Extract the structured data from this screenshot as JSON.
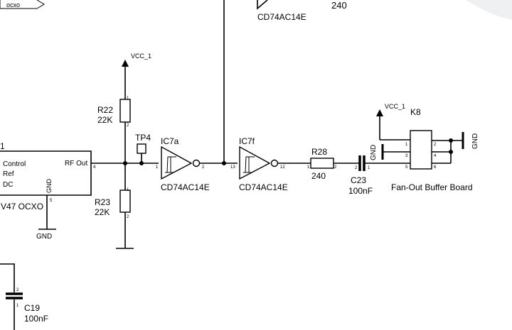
{
  "top": {
    "net_label": "_ocxo",
    "chip_top": "CD74AC14E",
    "res_top": "240"
  },
  "ocxo": {
    "ref_fragment": "1",
    "pins": [
      "Control",
      "Ref",
      "DC"
    ],
    "rf_out": "RF Out",
    "gnd": "GND",
    "part": "V47 OCXO",
    "pin_gnd": "5",
    "pin_rf": "4",
    "gnd_symbol": "GND"
  },
  "vcc_top": "VCC_1",
  "r22": {
    "ref": "R22",
    "value": "22K",
    "pin1": "1",
    "pin2": "2"
  },
  "r23": {
    "ref": "R23",
    "value": "22K",
    "pin1": "1",
    "pin2": "2"
  },
  "tp4": {
    "ref": "TP4"
  },
  "ic7a": {
    "ref": "IC7a",
    "part": "CD74AC14E",
    "pin_in": "1",
    "pin_out": "2"
  },
  "ic7f": {
    "ref": "IC7f",
    "part": "CD74AC14E",
    "pin_in": "13",
    "pin_out": "12"
  },
  "r28": {
    "ref": "R28",
    "value": "240",
    "pin1": "1",
    "pin2": "2"
  },
  "c23": {
    "ref": "C23",
    "value": "100nF",
    "pin1": "1",
    "pin2": "2",
    "gnd": "GND"
  },
  "k8": {
    "ref": "K8",
    "vcc": "VCC_1",
    "gnd": "GND",
    "desc": "Fan-Out Buffer Board",
    "pins_left": [
      "1",
      "3",
      "5"
    ],
    "pins_right": [
      "2",
      "4",
      "6"
    ]
  },
  "c19": {
    "ref": "C19",
    "value": "100nF",
    "pin1": "1",
    "pin2": "2"
  }
}
